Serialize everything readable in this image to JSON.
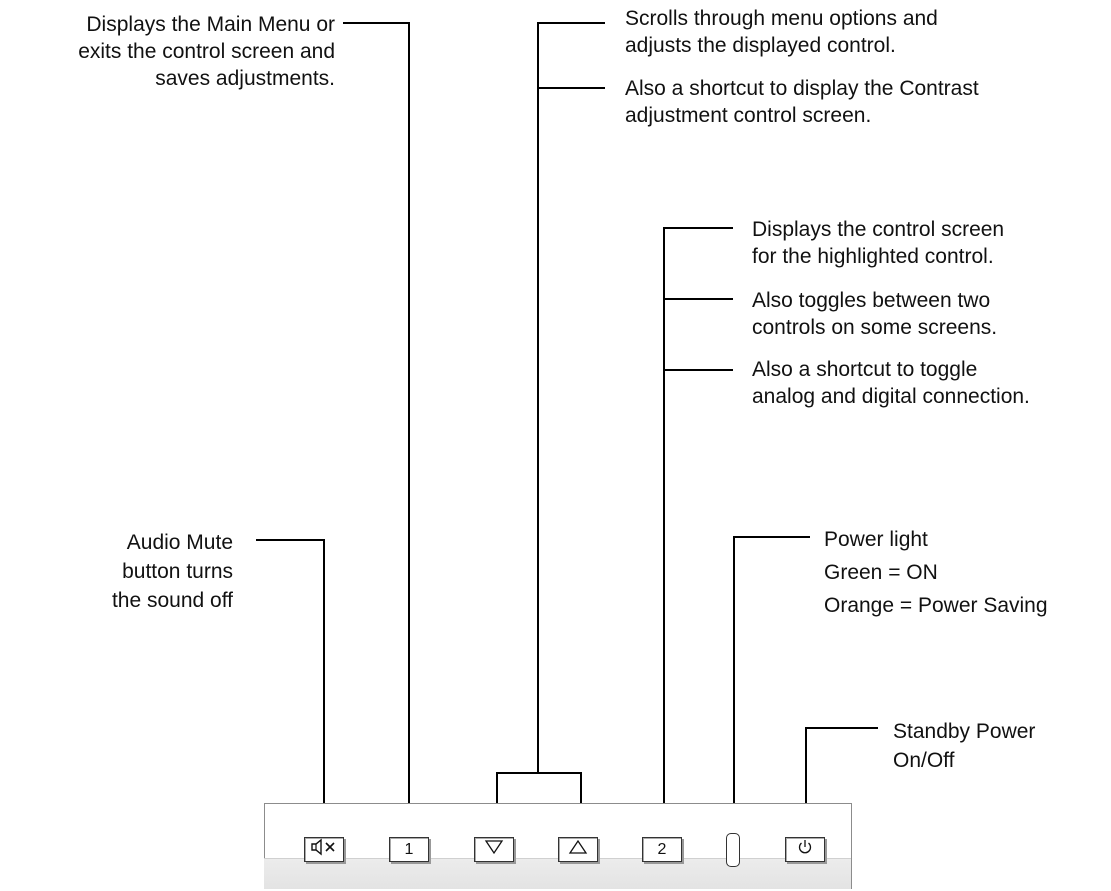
{
  "callouts": {
    "main_menu": [
      "Displays the Main Menu or",
      "exits the control screen and",
      "saves adjustments."
    ],
    "scroll": [
      "Scrolls through menu options and",
      "adjusts the displayed control."
    ],
    "contrast": [
      "Also a shortcut to display the Contrast",
      "adjustment control screen."
    ],
    "control_screen": [
      "Displays the control screen",
      "for the highlighted control."
    ],
    "toggle_controls": [
      "Also toggles between two",
      "controls on some screens."
    ],
    "toggle_connection": [
      "Also a shortcut to toggle",
      "analog and digital connection."
    ],
    "audio_mute": [
      "Audio Mute",
      "button turns",
      "the sound off"
    ],
    "power_light": [
      "Power light",
      "Green = ON",
      "Orange = Power Saving"
    ],
    "standby": [
      "Standby Power",
      "On/Off"
    ]
  },
  "buttons": {
    "button_1": "1",
    "button_2": "2"
  },
  "icons": {
    "mute": "speaker-mute-icon",
    "down": "triangle-down-icon",
    "up": "triangle-up-icon",
    "power": "power-icon"
  }
}
